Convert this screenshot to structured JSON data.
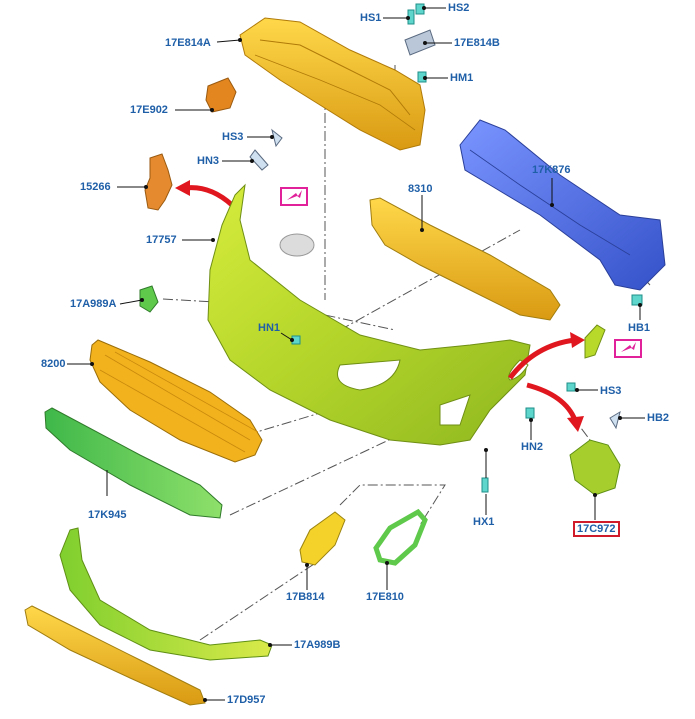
{
  "labels": {
    "hs1": "HS1",
    "hs2": "HS2",
    "e814a": "17E814A",
    "e814b": "17E814B",
    "hm1": "HM1",
    "e902": "17E902",
    "hs3_top": "HS3",
    "hn3": "HN3",
    "k876": "17K876",
    "p15266": "15266",
    "p8310": "8310",
    "p17757": "17757",
    "a989a": "17A989A",
    "hb1": "HB1",
    "hn1": "HN1",
    "p8200": "8200",
    "hs3_right": "HS3",
    "hb2": "HB2",
    "hn2": "HN2",
    "hx1": "HX1",
    "k945": "17K945",
    "c972": "17C972",
    "b814": "17B814",
    "e810": "17E810",
    "a989b": "17A989B",
    "d957": "17D957"
  },
  "colors": {
    "label_text": "#1f5fa8",
    "leader": "#111111",
    "highlight_box": "#d01c2a",
    "magenta_marker": "#e0219a",
    "arrow_red": "#e0171f",
    "part_yellow": "#f2b21e",
    "part_lime": "#b8d82a",
    "part_green": "#5ec94a",
    "part_blue": "#4c6fd8",
    "part_orange": "#e58a2e",
    "part_teal": "#3fd0c8"
  },
  "icons": {
    "marker_top": "badge-marker-icon",
    "marker_right": "badge-marker-icon"
  }
}
